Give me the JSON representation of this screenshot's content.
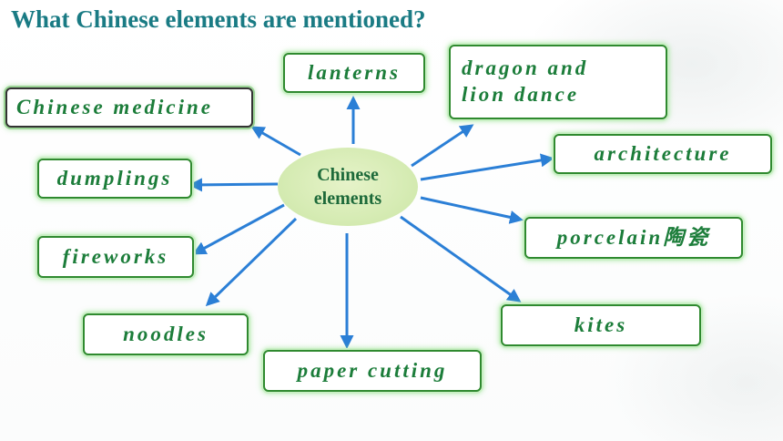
{
  "title": "What Chinese elements are mentioned?",
  "center": "Chinese elements",
  "nodes": [
    {
      "id": "lanterns",
      "label": "lanterns"
    },
    {
      "id": "dragon",
      "label": "dragon and lion dance"
    },
    {
      "id": "medicine",
      "label": "Chinese medicine"
    },
    {
      "id": "architecture",
      "label": "architecture"
    },
    {
      "id": "dumplings",
      "label": "dumplings"
    },
    {
      "id": "porcelain",
      "label": "porcelain陶瓷"
    },
    {
      "id": "fireworks",
      "label": "fireworks"
    },
    {
      "id": "kites",
      "label": "kites"
    },
    {
      "id": "noodles",
      "label": "noodles"
    },
    {
      "id": "papercutting",
      "label": "paper cutting"
    }
  ],
  "colors": {
    "title": "#1a7b84",
    "node_text": "#1c7d3a",
    "node_border": "#2f8a2f",
    "arrow": "#2b7fd6",
    "hub_fill": "#d3eab0"
  }
}
